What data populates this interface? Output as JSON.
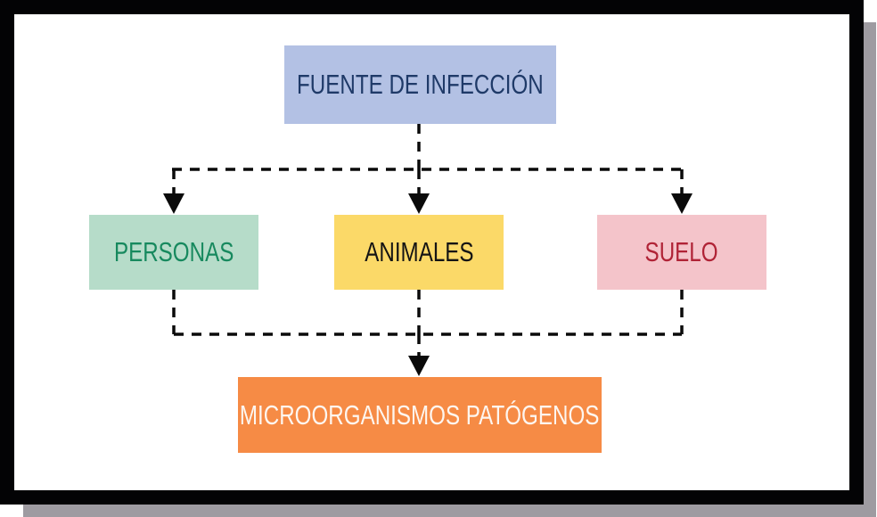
{
  "frame": {
    "border_color": "#030305",
    "shadow_color": "#9e9ba1",
    "canvas_color": "#ffffff"
  },
  "diagram": {
    "connector_color": "#0a0a0a",
    "title_box": {
      "label": "FUENTE DE INFECCIÓN",
      "fill": "#b3c1e4",
      "text_color": "#1f3a68"
    },
    "source_boxes": [
      {
        "id": "personas",
        "label": "PERSONAS",
        "fill": "#b6dcc9",
        "text_color": "#17895e"
      },
      {
        "id": "animales",
        "label": "ANIMALES",
        "fill": "#fbd968",
        "text_color": "#141414"
      },
      {
        "id": "suelo",
        "label": "SUELO",
        "fill": "#f4c4ca",
        "text_color": "#b02336"
      }
    ],
    "result_box": {
      "label": "MICROORGANISMOS PATÓGENOS",
      "fill": "#f68b45",
      "text_color": "#fdf6f0"
    }
  }
}
